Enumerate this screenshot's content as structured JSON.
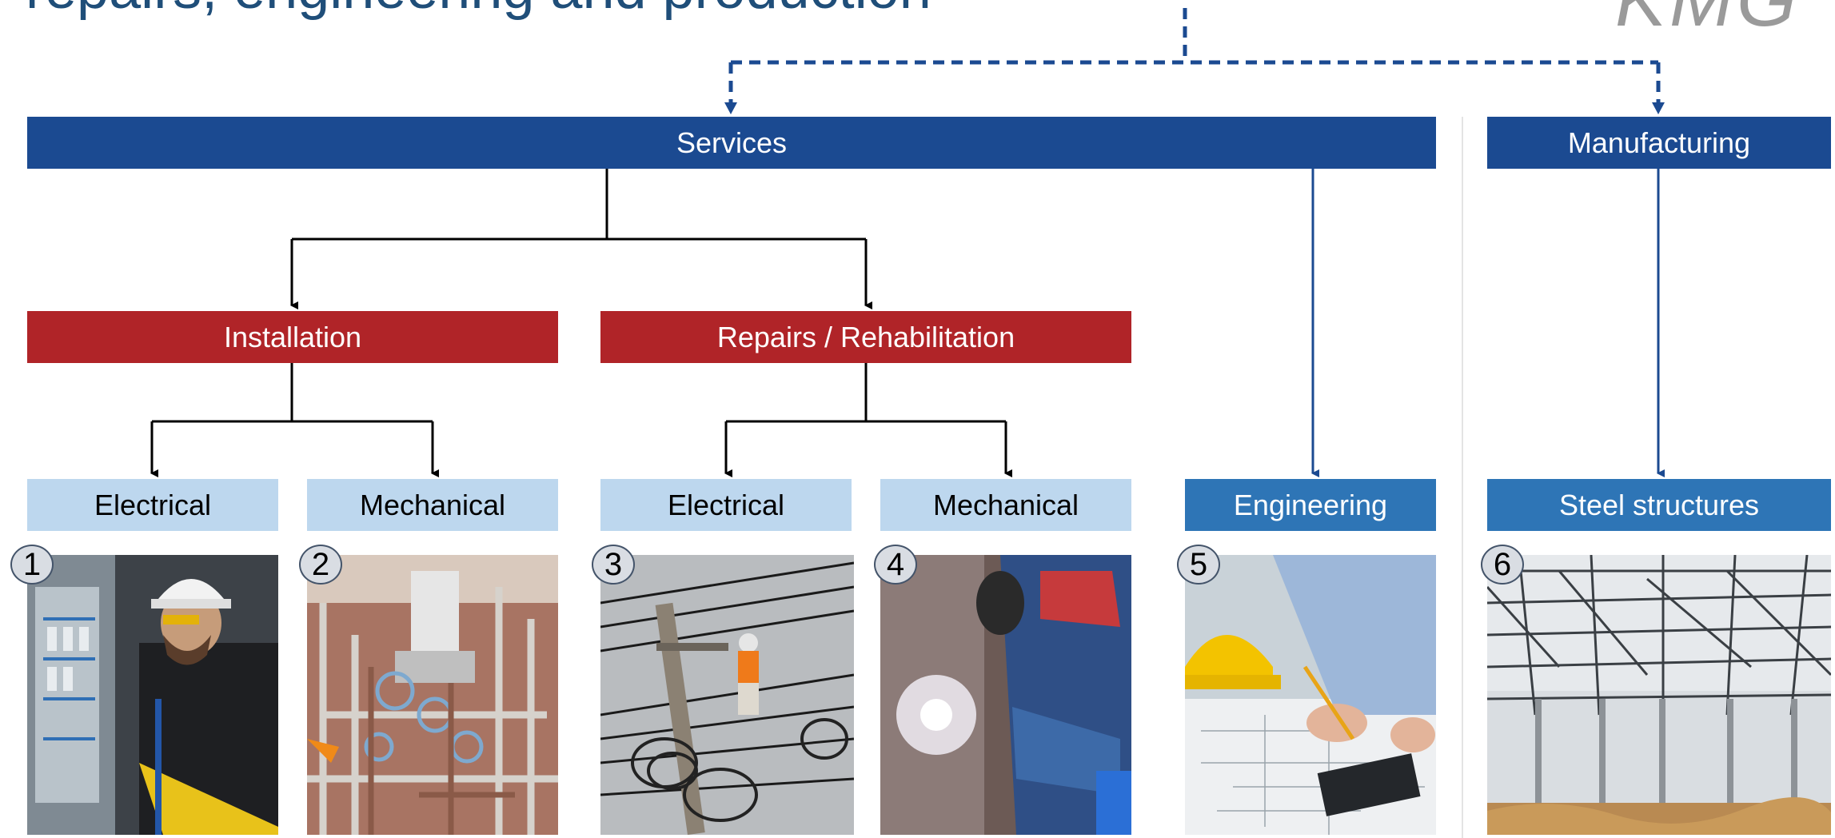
{
  "title": "repairs, engineering and production",
  "logo": "KMG",
  "boxes": {
    "services": "Services",
    "manufacturing": "Manufacturing",
    "installation": "Installation",
    "repairs": "Repairs / Rehabilitation",
    "install_electrical": "Electrical",
    "install_mechanical": "Mechanical",
    "repair_electrical": "Electrical",
    "repair_mechanical": "Mechanical",
    "engineering": "Engineering",
    "steel": "Steel structures"
  },
  "badges": [
    "1",
    "2",
    "3",
    "4",
    "5",
    "6"
  ],
  "colors": {
    "dark_blue": "#1b4a91",
    "red": "#b02428",
    "light_blue": "#bdd7ee",
    "mid_blue": "#2e75b6"
  }
}
